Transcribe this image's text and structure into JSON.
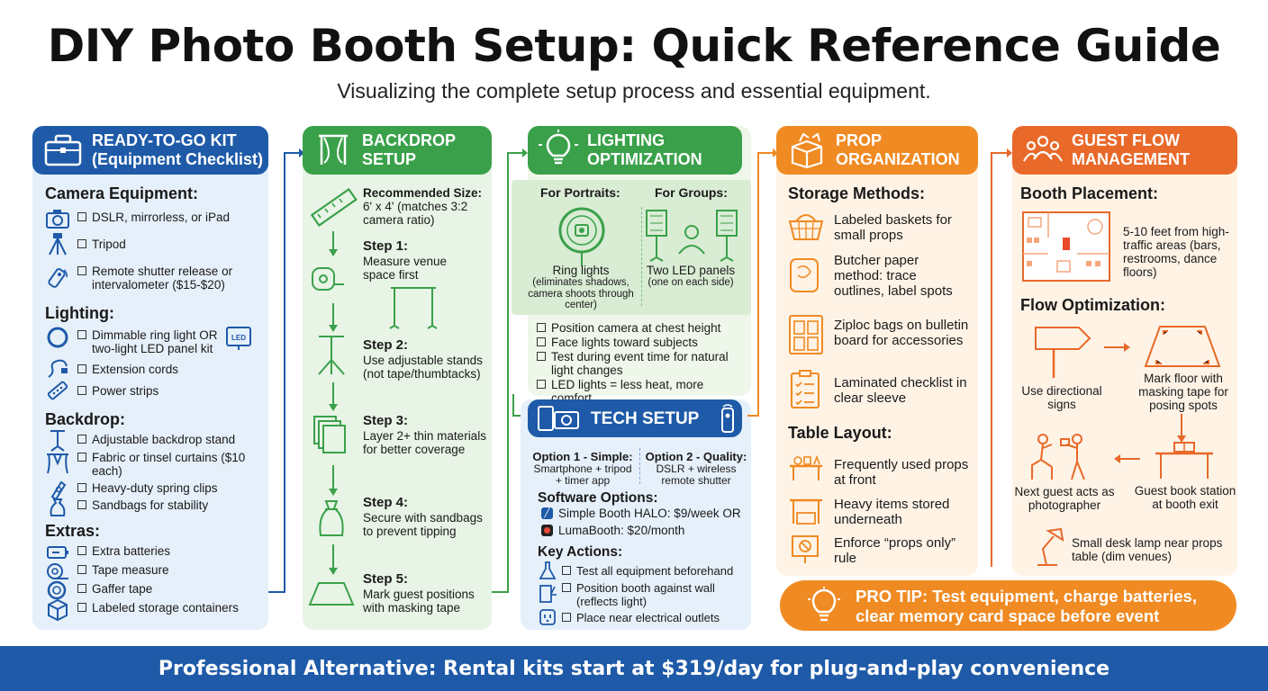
{
  "title": "DIY Photo Booth Setup: Quick Reference Guide",
  "subtitle": "Visualizing the complete setup process and essential equipment.",
  "colors": {
    "blue": "#1e5aa8",
    "green": "#3aa14a",
    "orange": "#f08a22",
    "deep_orange": "#e8692a",
    "navy": "#1e5aa8"
  },
  "kit": {
    "header": [
      "READY-TO-GO KIT",
      "(Equipment Checklist)"
    ],
    "header_icon": "toolbox-icon",
    "camera": {
      "title": "Camera Equipment:",
      "items": [
        {
          "icon": "camera-icon",
          "text": "DSLR, mirrorless, or iPad"
        },
        {
          "icon": "tripod-icon",
          "text": "Tripod"
        },
        {
          "icon": "remote-icon",
          "text": "Remote shutter release or intervalometer ($15-$20)"
        }
      ]
    },
    "lighting": {
      "title": "Lighting:",
      "items": [
        {
          "icon": "ring-light-icon",
          "text": "Dimmable ring light OR two-light LED panel kit"
        },
        {
          "icon": "cord-icon",
          "text": "Extension cords"
        },
        {
          "icon": "power-strip-icon",
          "text": "Power strips"
        }
      ],
      "led_label": "LED"
    },
    "backdrop": {
      "title": "Backdrop:",
      "items": [
        {
          "icon": "stand-icon",
          "text": "Adjustable backdrop stand"
        },
        {
          "icon": "curtain-icon",
          "text": "Fabric or tinsel curtains ($10 each)"
        },
        {
          "icon": "clip-icon",
          "text": "Heavy-duty spring clips"
        },
        {
          "icon": "sandbag-icon",
          "text": "Sandbags for stability"
        }
      ]
    },
    "extras": {
      "title": "Extras:",
      "items": [
        {
          "icon": "battery-icon",
          "text": "Extra batteries"
        },
        {
          "icon": "tape-measure-icon",
          "text": "Tape measure"
        },
        {
          "icon": "gaffer-tape-icon",
          "text": "Gaffer tape"
        },
        {
          "icon": "box-icon",
          "text": "Labeled storage containers"
        }
      ]
    }
  },
  "backdrop": {
    "header": [
      "BACKDROP",
      "SETUP"
    ],
    "size_title": "Recommended Size:",
    "size_text": "6' x 4' (matches 3:2 camera ratio)",
    "steps": [
      {
        "title": "Step 1:",
        "text": "Measure venue space first"
      },
      {
        "title": "Step 2:",
        "text": "Use adjustable stands (not tape/thumbtacks)"
      },
      {
        "title": "Step 3:",
        "text": "Layer 2+ thin materials for better coverage"
      },
      {
        "title": "Step 4:",
        "text": "Secure with sandbags to prevent tipping"
      },
      {
        "title": "Step 5:",
        "text": "Mark guest positions with masking tape"
      }
    ]
  },
  "lighting": {
    "header": [
      "LIGHTING",
      "OPTIMIZATION"
    ],
    "portraits_title": "For Portraits:",
    "groups_title": "For Groups:",
    "portraits_main": "Ring lights",
    "portraits_note": "(eliminates shadows, camera shoots through center)",
    "groups_main": "Two LED panels",
    "groups_note": "(one on each side)",
    "tips": [
      "Position camera at chest height",
      "Face lights toward subjects",
      "Test during event time for natural light changes",
      "LED lights = less heat, more comfort"
    ]
  },
  "tech": {
    "header": "TECH SETUP",
    "option1_title": "Option 1 - Simple:",
    "option1_text": "Smartphone + tripod + timer app",
    "option2_title": "Option 2 - Quality:",
    "option2_text": "DSLR + wireless remote shutter",
    "software_title": "Software Options:",
    "software": [
      "Simple Booth HALO: $9/week OR",
      "LumaBooth: $20/month"
    ],
    "actions_title": "Key Actions:",
    "actions": [
      "Test all equipment beforehand",
      "Position booth against wall (reflects light)",
      "Place near electrical outlets"
    ]
  },
  "props": {
    "header": [
      "PROP",
      "ORGANIZATION"
    ],
    "storage_title": "Storage Methods:",
    "storage": [
      "Labeled baskets for small props",
      "Butcher paper method: trace outlines, label spots",
      "Ziploc bags on bulletin board for accessories",
      "Laminated checklist in clear sleeve"
    ],
    "table_title": "Table Layout:",
    "table": [
      "Frequently used props at front",
      "Heavy items stored underneath",
      "Enforce “props only” rule"
    ]
  },
  "guest": {
    "header": [
      "GUEST FLOW",
      "MANAGEMENT"
    ],
    "placement_title": "Booth Placement:",
    "placement_text": "5-10 feet from high-traffic areas (bars, restrooms, dance floors)",
    "flow_title": "Flow Optimization:",
    "flow": [
      "Use directional signs",
      "Mark floor with masking tape for posing spots",
      "Next guest acts as photographer",
      "Guest book station at booth exit"
    ],
    "lamp_text": "Small desk lamp near props table (dim venues)"
  },
  "pro_tip": "PRO TIP: Test equipment, charge batteries, clear memory card space before event",
  "footer": "Professional Alternative: Rental kits start at $319/day for plug-and-play convenience"
}
